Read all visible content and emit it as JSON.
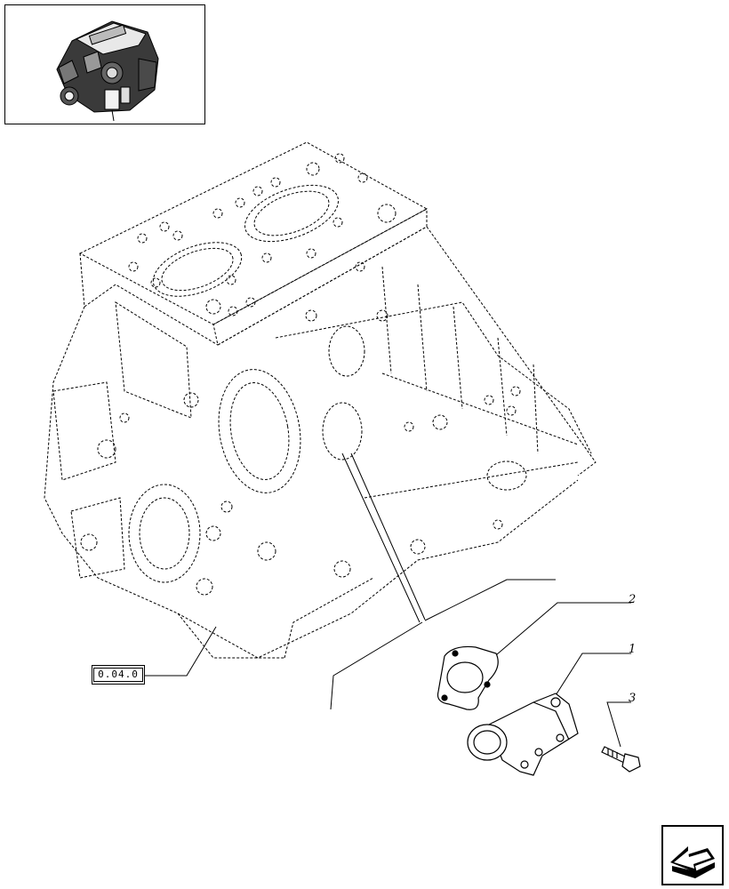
{
  "thumbnail": {
    "icon": "engine-thumbnail-icon"
  },
  "reference": {
    "label": "0.04.0"
  },
  "callouts": [
    {
      "id": "2",
      "label": "2",
      "part": "gasket"
    },
    {
      "id": "1",
      "label": "1",
      "part": "thermostat-housing"
    },
    {
      "id": "3",
      "label": "3",
      "part": "screw"
    }
  ],
  "navigation": {
    "icon": "back-arrow-icon"
  }
}
